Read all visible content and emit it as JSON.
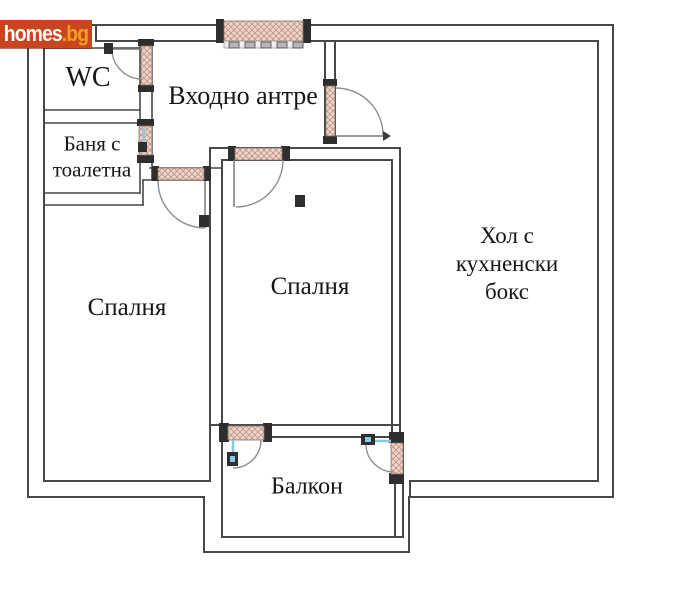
{
  "logo": {
    "name": "homes",
    "dot": ".",
    "tld": "bg"
  },
  "rooms": {
    "wc": {
      "label": "WC"
    },
    "bathroom": {
      "label": "Баня с\nтоалетна"
    },
    "entrance": {
      "label": "Входно антре"
    },
    "bedroom_left": {
      "label": "Спалня"
    },
    "bedroom_center": {
      "label": "Спалня"
    },
    "living": {
      "label": "Хол с\nкухненски\nбокс"
    },
    "balcony": {
      "label": "Балкон"
    }
  },
  "theme": {
    "wall": "#474747",
    "arc": "#8f8f8f",
    "jamb": "#2e2e2e",
    "door_fill": "#eed5c9",
    "door_hatch": "#bf988a",
    "glazing": "#85cbe5",
    "logo_bg": "#c9451f",
    "logo_text": "#ffffff",
    "logo_accent": "#f29e1e"
  }
}
